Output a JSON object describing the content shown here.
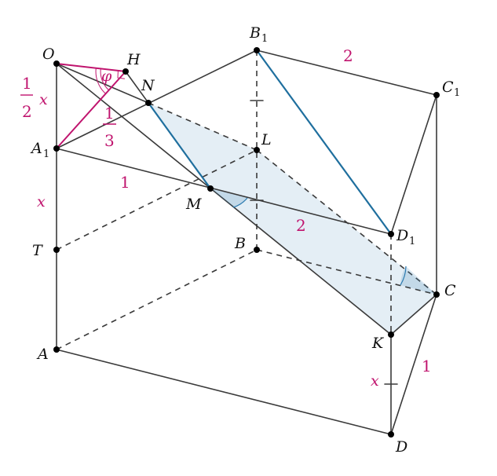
{
  "colors": {
    "edge": "#3a3a3a",
    "accent": "#c0146e",
    "blue": "#1f6f9e",
    "section_fill": "#dbe8f1",
    "angle_arc": "#2b7bb0"
  },
  "points": {
    "O": "O",
    "H": "H",
    "N": "N",
    "B1": "B",
    "B1_sub": "1",
    "C1": "C",
    "C1_sub": "1",
    "A1": "A",
    "A1_sub": "1",
    "L": "L",
    "M": "M",
    "D1": "D",
    "D1_sub": "1",
    "T": "T",
    "B": "B",
    "C": "C",
    "K": "K",
    "A": "A",
    "D": "D"
  },
  "measures": {
    "half_num": "1",
    "half_den": "2",
    "third_num": "1",
    "third_den": "3",
    "x_oa1": "x",
    "x_a1t": "x",
    "x_kd": "x",
    "b1c1": "2",
    "a1m": "1",
    "md1": "2",
    "cd": "1",
    "phi": "φ"
  }
}
